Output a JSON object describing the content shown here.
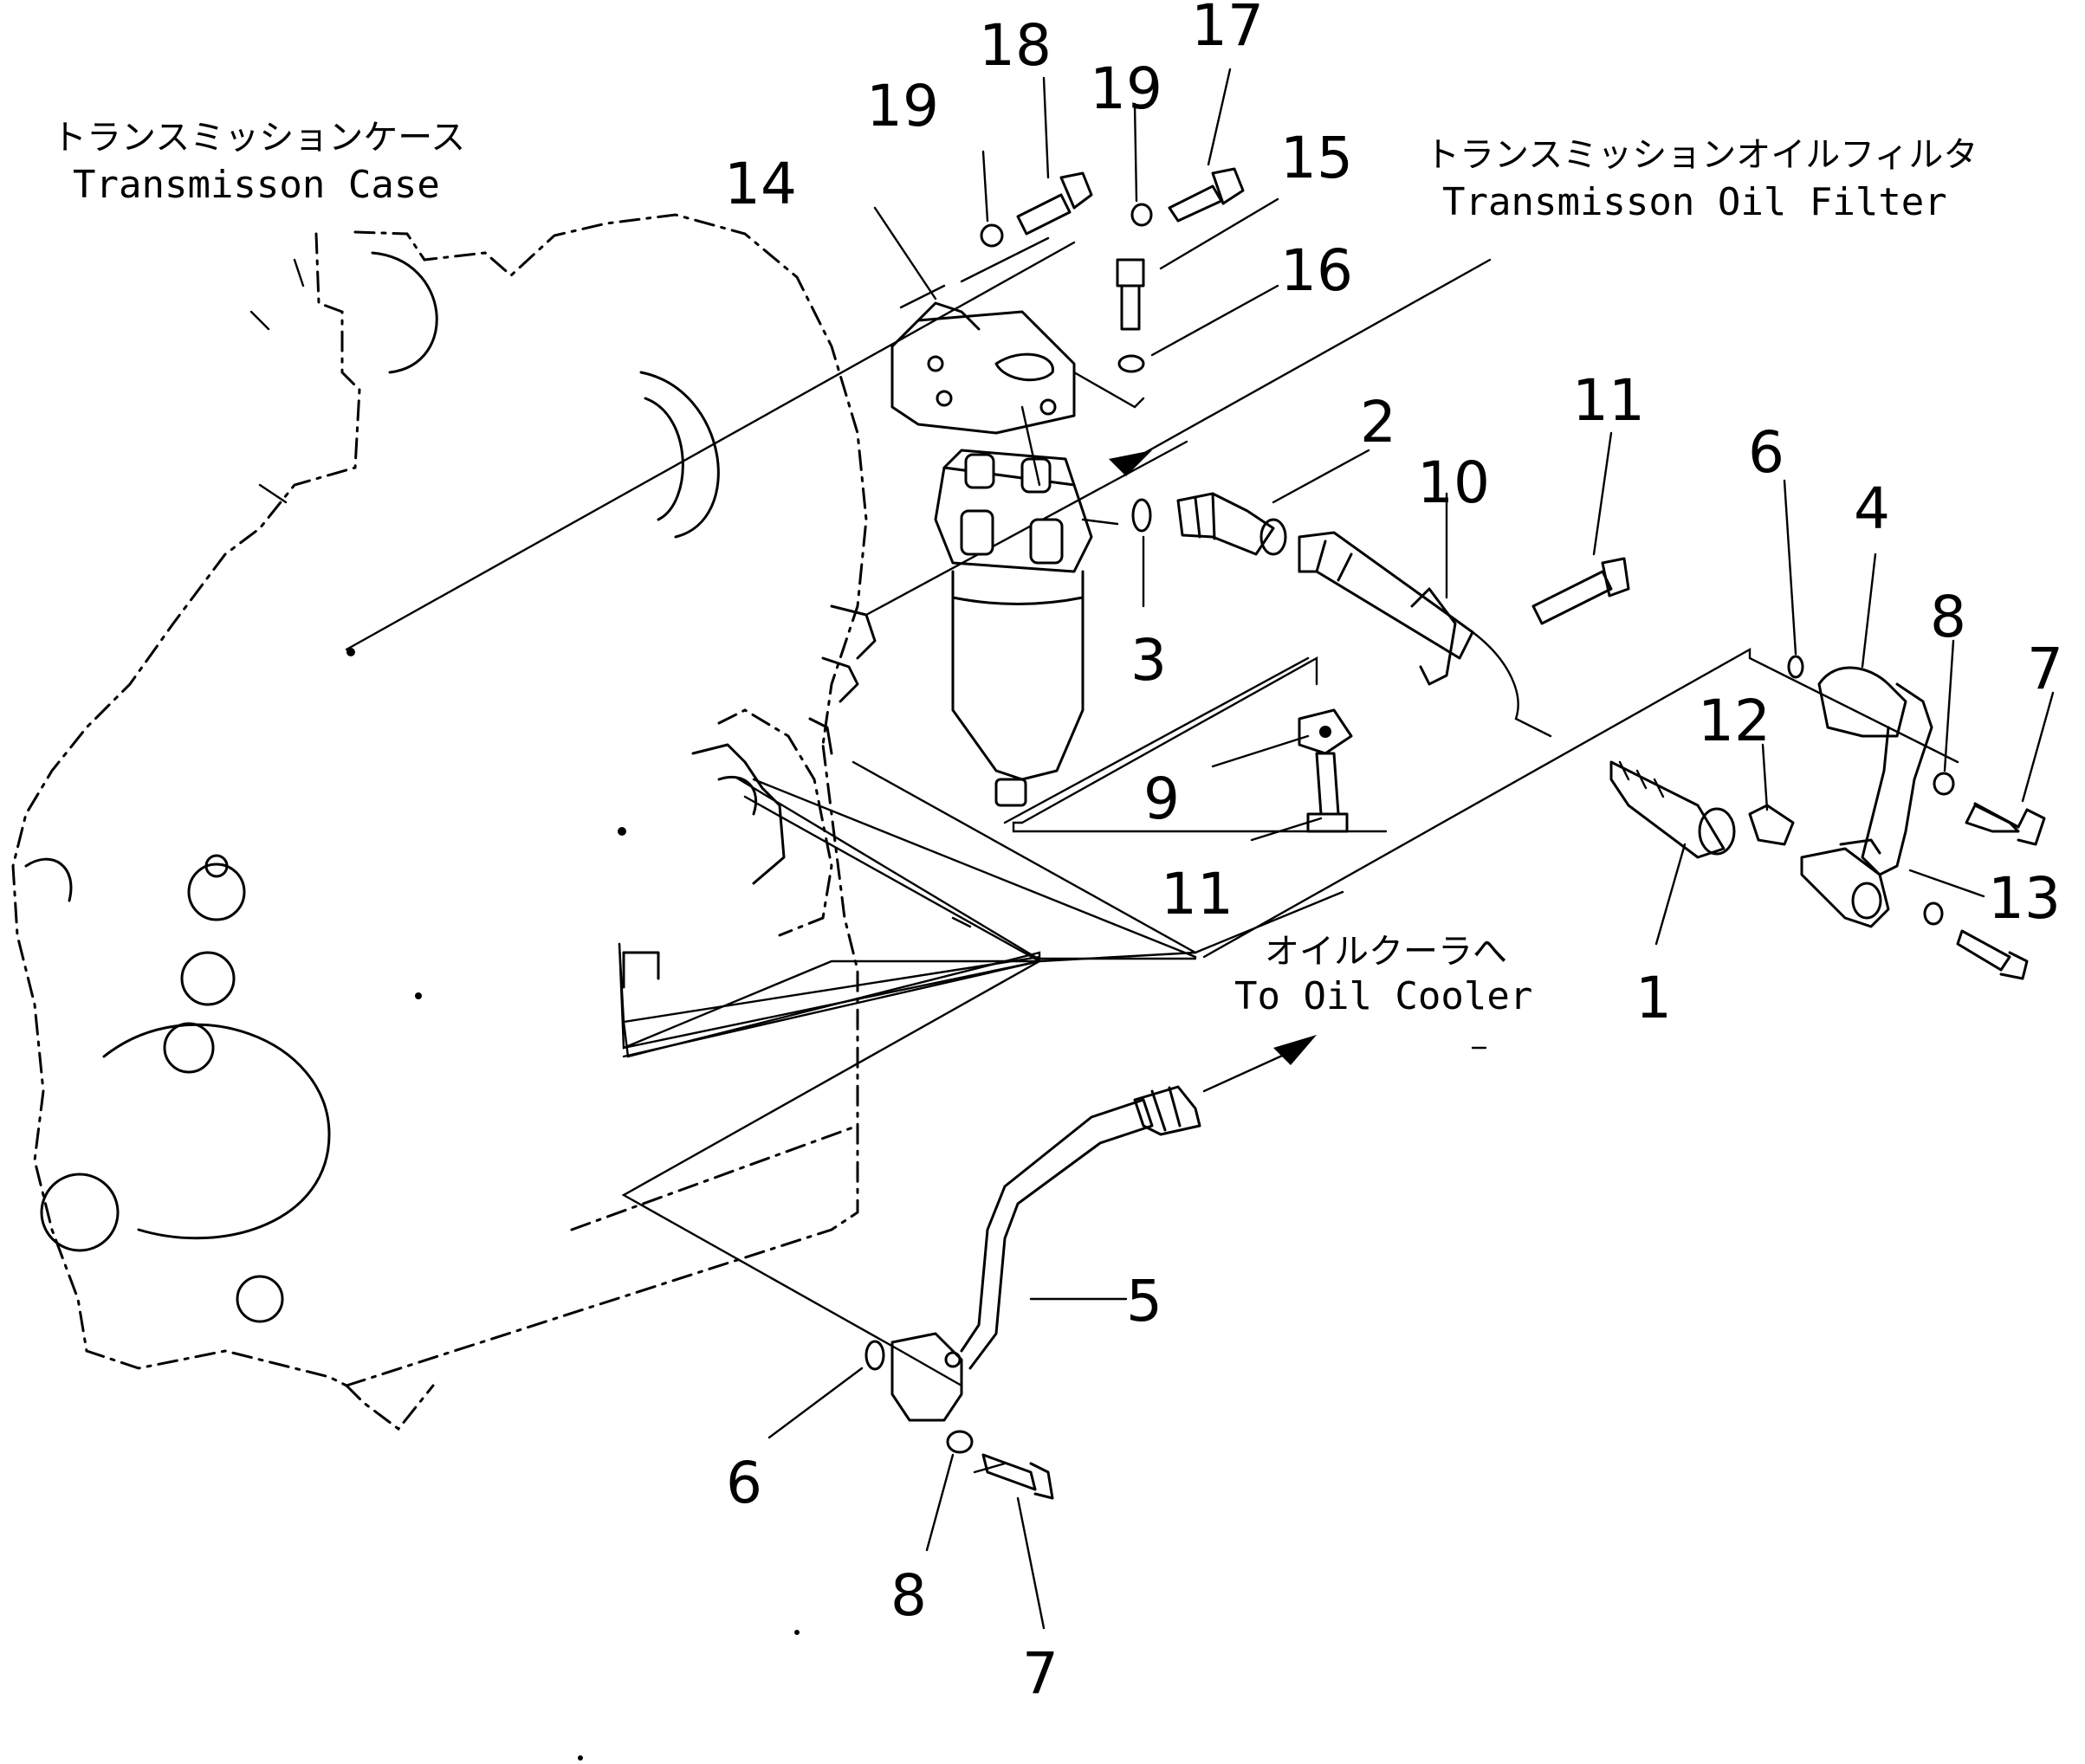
{
  "labels": {
    "case_jp": "トランスミッションケース",
    "case_en": "Transmisson Case",
    "filter_jp": "トランスミッションオイルフィルタ",
    "filter_en": "Transmisson Oil Filter",
    "cooler_jp": "オイルクーラへ",
    "cooler_en": "To Oil Cooler"
  },
  "callouts": {
    "c1": "1",
    "c2": "2",
    "c3": "3",
    "c4": "4",
    "c5": "5",
    "c6a": "6",
    "c6b": "6",
    "c7a": "7",
    "c7b": "7",
    "c8a": "8",
    "c8b": "8",
    "c9": "9",
    "c10": "10",
    "c11a": "11",
    "c11b": "11",
    "c12": "12",
    "c13": "13",
    "c14": "14",
    "c15": "15",
    "c16": "16",
    "c17": "17",
    "c18": "18",
    "c19a": "19",
    "c19b": "19"
  }
}
